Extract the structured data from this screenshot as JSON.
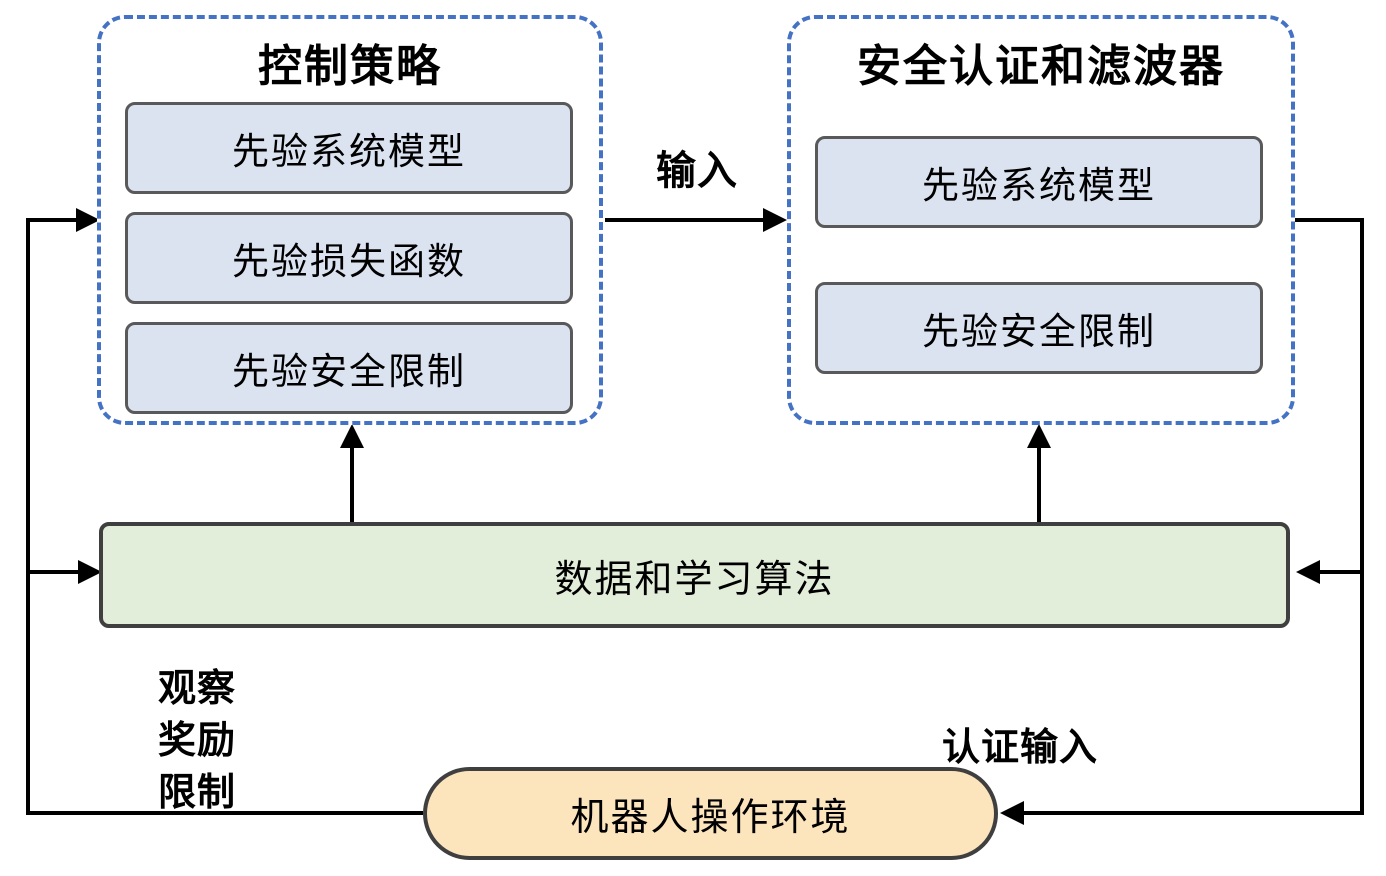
{
  "diagram": {
    "policy_group": {
      "title": "控制策略",
      "boxes": [
        "先验系统模型",
        "先验损失函数",
        "先验安全限制"
      ]
    },
    "safety_group": {
      "title": "安全认证和滤波器",
      "boxes": [
        "先验系统模型",
        "先验安全限制"
      ]
    },
    "learning_box": {
      "label": "数据和学习算法"
    },
    "environment": {
      "label": "机器人操作环境"
    },
    "edge_labels": {
      "input": "输入",
      "certified_input": "认证输入",
      "feedback": [
        "观察",
        "奖励",
        "限制"
      ]
    },
    "colors": {
      "dashed_border": "#4472C4",
      "prior_box_fill": "#DBE3F1",
      "prior_box_border": "#595959",
      "learning_fill": "#E3EEDA",
      "environment_fill": "#FCE4BD",
      "connector": "#000000",
      "text": "#000000"
    }
  }
}
